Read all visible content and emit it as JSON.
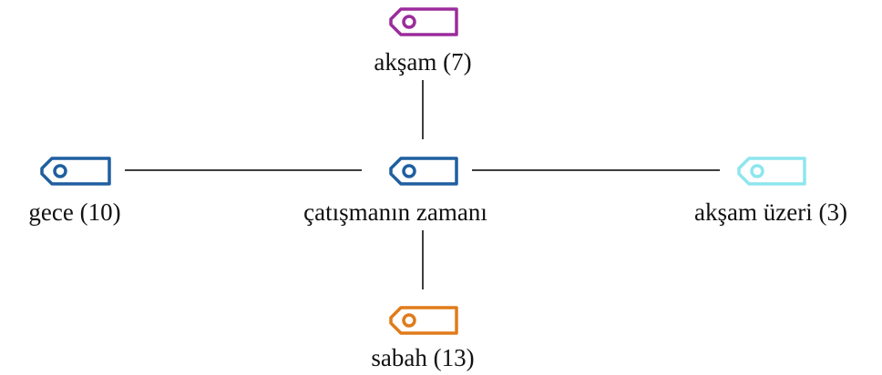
{
  "center": {
    "label": "çatışmanın zamanı",
    "icon": "tag-icon",
    "color": "#1f5fa0"
  },
  "branches": [
    {
      "key": "top",
      "label": "akşam (7)",
      "icon": "tag-icon",
      "color": "#9b2c9b"
    },
    {
      "key": "left",
      "label": "gece (10)",
      "icon": "tag-icon",
      "color": "#1f5fa0"
    },
    {
      "key": "right",
      "label": "akşam üzeri (3)",
      "icon": "tag-icon",
      "color": "#8ee6ee"
    },
    {
      "key": "bottom",
      "label": "sabah (13)",
      "icon": "tag-icon",
      "color": "#e07b1a"
    }
  ]
}
